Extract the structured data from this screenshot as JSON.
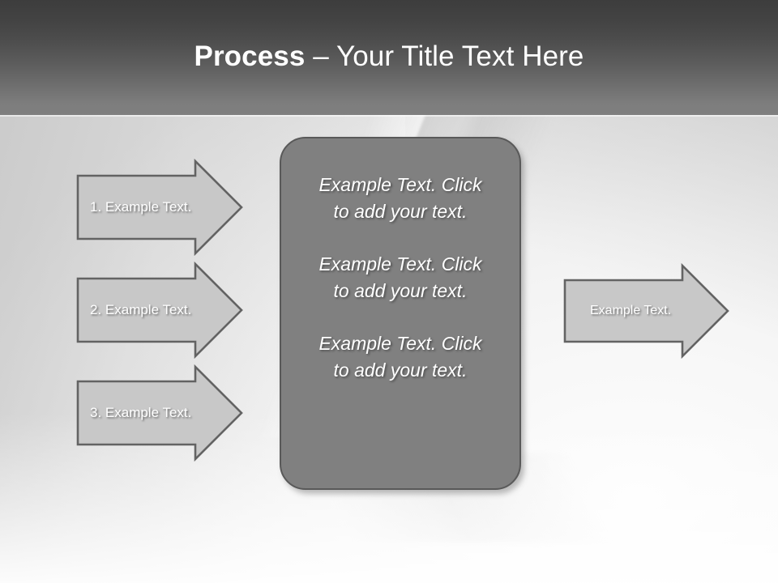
{
  "slide": {
    "title": {
      "strong": "Process",
      "rest": " – Your Title Text Here"
    },
    "theme": {
      "header_top": "#3d3d3d",
      "header_bottom": "#7f7f7f",
      "body_background": "#f1f1f1",
      "arrow_fill": "#c8c8c8",
      "arrow_stroke": "#636363",
      "box_fill": "#808080",
      "box_stroke": "#595959",
      "text_color": "#ffffff"
    },
    "left_arrows": [
      {
        "label": "1. Example Text."
      },
      {
        "label": "2. Example Text."
      },
      {
        "label": "3. Example Text."
      }
    ],
    "center_box": {
      "paragraphs": [
        "Example Text. Click  to add your text.",
        "Example Text. Click  to add your text.",
        "Example Text. Click  to add your text."
      ]
    },
    "right_arrow": {
      "label": "Example Text."
    }
  }
}
